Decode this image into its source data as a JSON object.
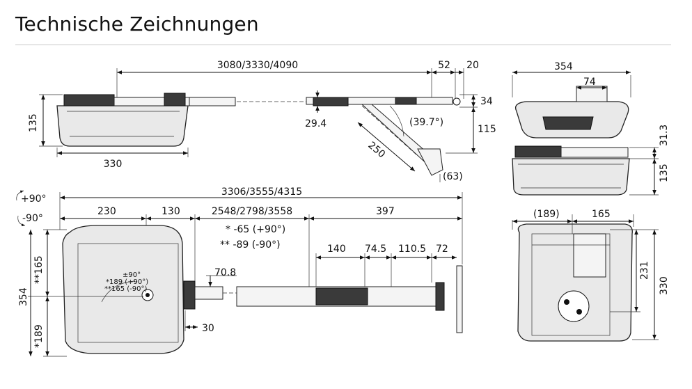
{
  "page": {
    "title": "Technische Zeichnungen"
  },
  "dimensions": {
    "side": {
      "rail_length": "3080/3330/4090",
      "d52": "52",
      "d20": "20",
      "d34": "34",
      "d135": "135",
      "d29": "29.4",
      "angle": "(39.7°)",
      "d115": "115",
      "d250": "250",
      "d63": "(63)",
      "d330": "330"
    },
    "front": {
      "d354": "354",
      "d74": "74"
    },
    "end": {
      "d31": "31.3",
      "d135": "135"
    },
    "top": {
      "total": "3306/3555/4315",
      "d230": "230",
      "d130": "130",
      "mid": "2548/2798/3558",
      "d397": "397",
      "note1": "* -65 (+90°)",
      "note2": "** -89 (-90°)",
      "d140": "140",
      "d74": "74.5",
      "d110": "110.5",
      "d72": "72",
      "d70": "70.8",
      "d30": "30",
      "v165": "**165",
      "v354": "354",
      "v189": "*189",
      "rot_plus": "+90°",
      "rot_minus": "-90°",
      "inner1": "±90°",
      "inner2": "*189 (+90°)",
      "inner3": "**165 (-90°)"
    },
    "base": {
      "d189": "(189)",
      "d165": "165",
      "d231": "231",
      "d330": "330"
    }
  },
  "colors": {
    "line": "#111111",
    "body": "#e9e9e9",
    "dark": "#3a3a3a"
  }
}
